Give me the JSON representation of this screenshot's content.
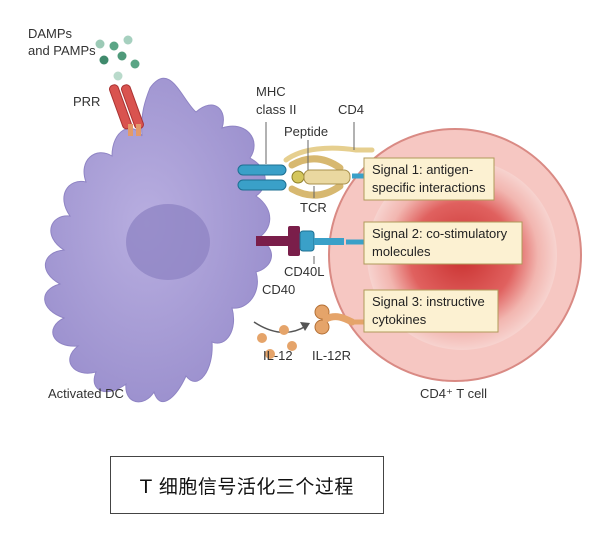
{
  "labels": {
    "damps": [
      "DAMPs",
      "and PAMPs"
    ],
    "prr": "PRR",
    "mhc": [
      "MHC",
      "class II"
    ],
    "peptide": "Peptide",
    "cd4": "CD4",
    "tcr": "TCR",
    "cd40l": "CD40L",
    "cd40": "CD40",
    "il12": "IL-12",
    "il12r": "IL-12R",
    "activated_dc": "Activated DC",
    "cd4_t_cell": "CD4⁺ T cell"
  },
  "signals": [
    {
      "lines": [
        "Signal 1: antigen-",
        "specific interactions"
      ]
    },
    {
      "lines": [
        "Signal 2: co-stimulatory",
        "molecules"
      ]
    },
    {
      "lines": [
        "Signal 3: instructive",
        "cytokines"
      ]
    }
  ],
  "caption": "T 细胞信号活化三个过程",
  "colors": {
    "dc_body": "#a99fd6",
    "dc_nucleus": "#8c82c2",
    "tcell_outer": "#f5c9c4",
    "tcell_inner": "#d9484a",
    "signal_box_fill": "#fcf1d2",
    "signal_box_border": "#b09a5a",
    "mhc": "#3aa0c8",
    "cd40": "#7a1e4a",
    "cytokine": "#e5a46a",
    "prr": "#cc4a4a",
    "damp_dot": "#4f9a7a"
  }
}
